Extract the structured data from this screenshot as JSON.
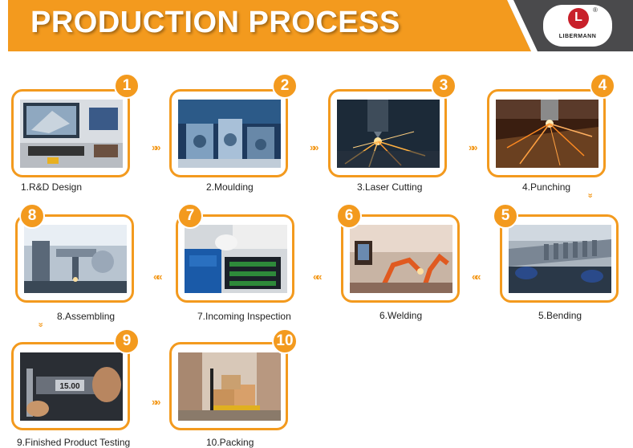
{
  "header": {
    "title": "PRODUCTION PROCESS",
    "logo_text": "LIBERMANN",
    "logo_letter": "L",
    "logo_reg": "®"
  },
  "colors": {
    "accent": "#f39a1e",
    "header_dark": "#4a4a4c",
    "logo_red": "#c8202a"
  },
  "steps": [
    {
      "number": "1",
      "label": "1.R&D Design"
    },
    {
      "number": "2",
      "label": "2.Moulding"
    },
    {
      "number": "3",
      "label": "3.Laser Cutting"
    },
    {
      "number": "4",
      "label": "4.Punching"
    },
    {
      "number": "5",
      "label": "5.Bending"
    },
    {
      "number": "6",
      "label": "6.Welding"
    },
    {
      "number": "7",
      "label": "7.Incoming Inspection"
    },
    {
      "number": "8",
      "label": "8.Assembling"
    },
    {
      "number": "9",
      "label": "9.Finished Product Testing"
    },
    {
      "number": "10",
      "label": "10.Packing"
    }
  ],
  "arrows": {
    "right": "»»",
    "left": "««",
    "down": "»"
  }
}
